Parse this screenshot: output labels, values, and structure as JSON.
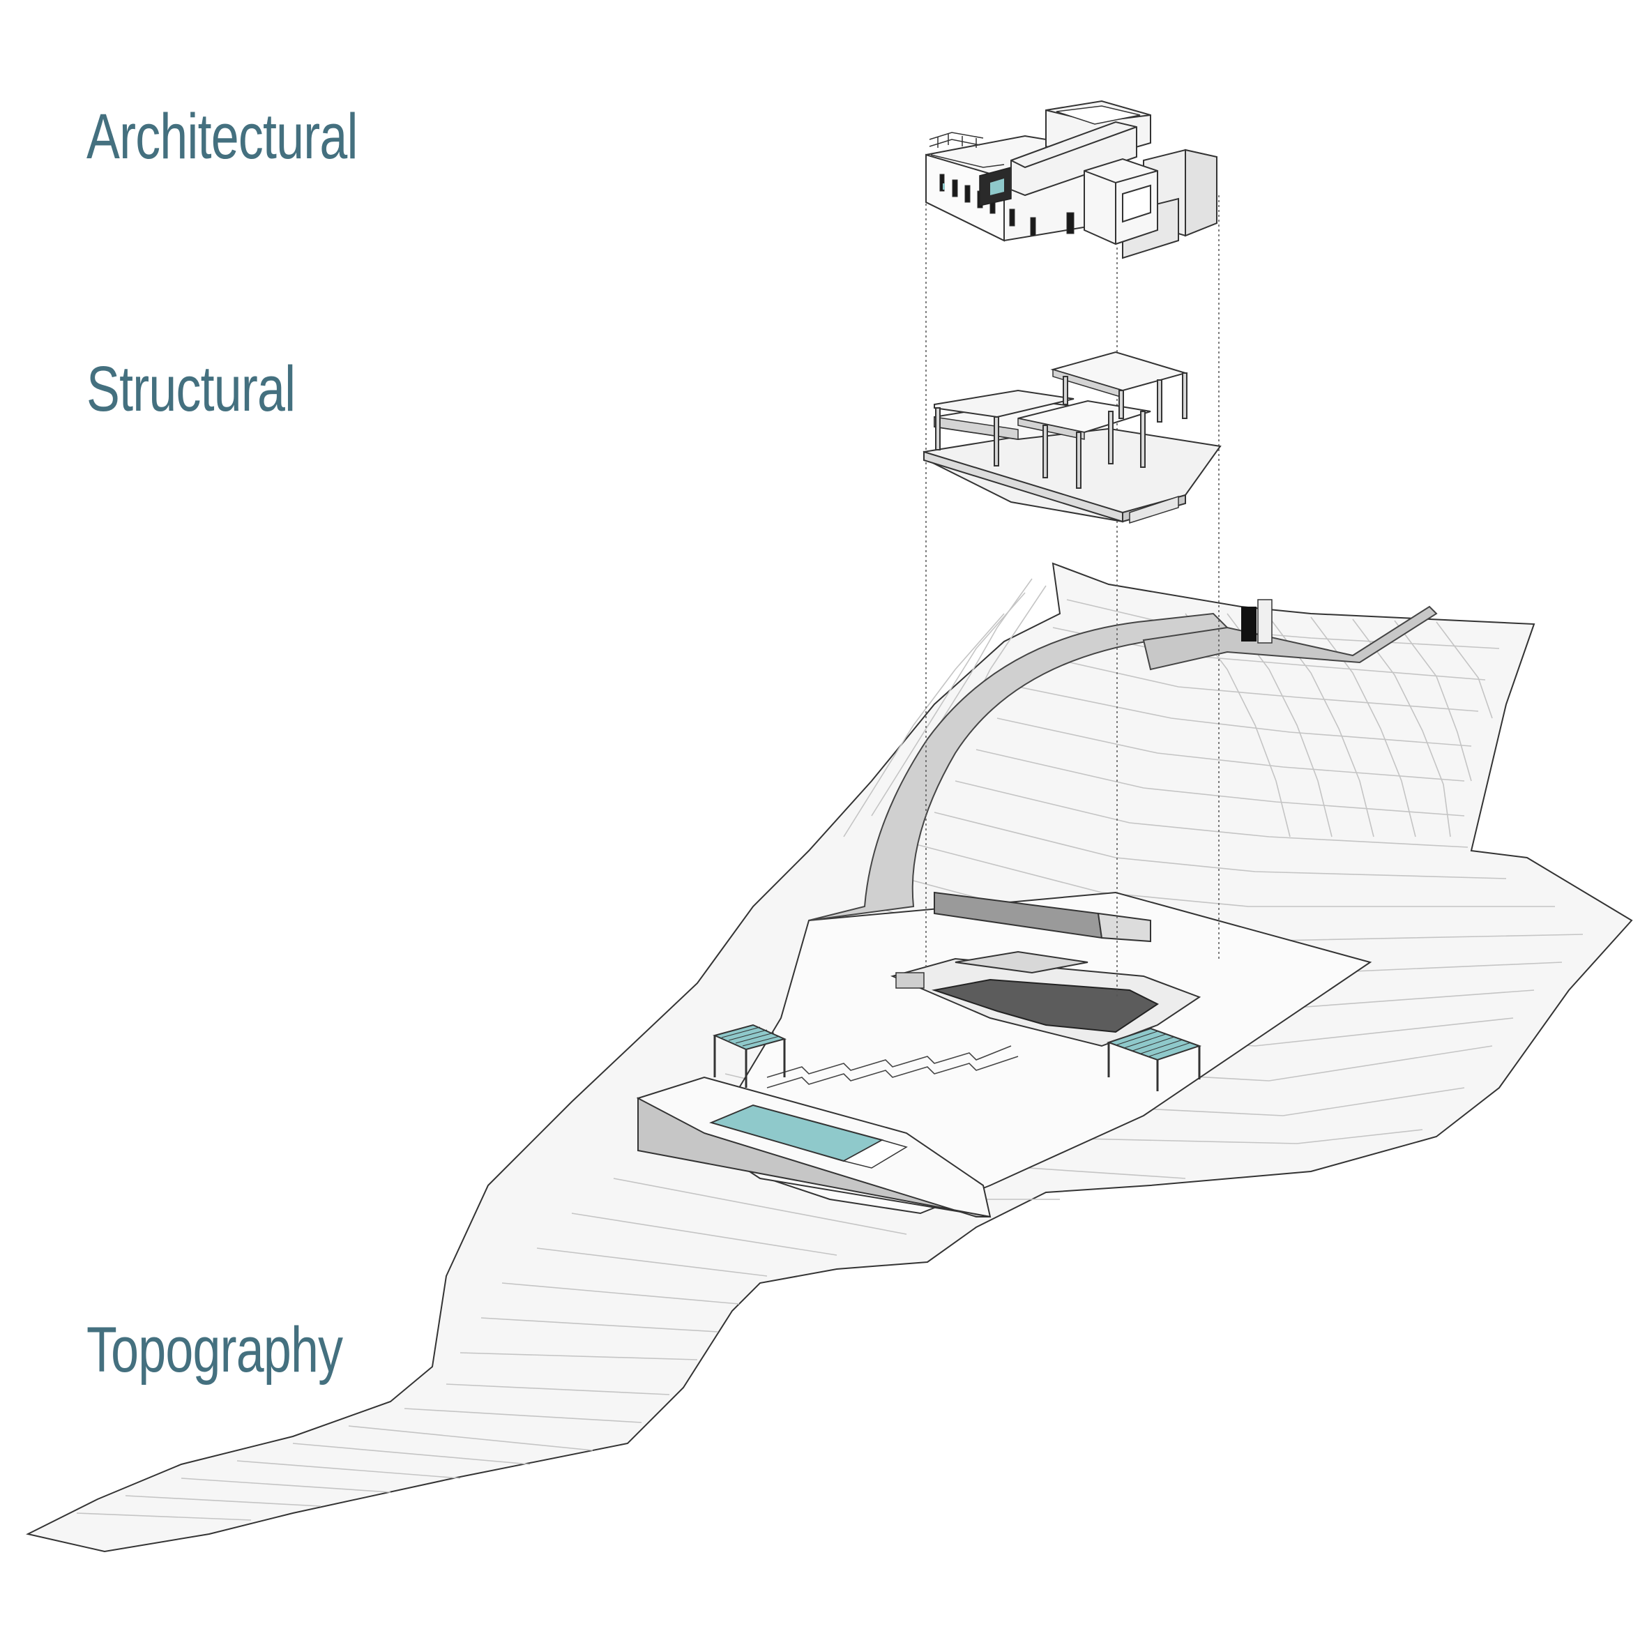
{
  "layers": {
    "architectural": "Architectural",
    "structural": "Structural",
    "topography": "Topography"
  },
  "colors": {
    "label": "#44707f",
    "pool_water": "#8fc9cb",
    "pergola_glass": "#8fc9cb",
    "line": "#333333",
    "terrain_fill": "#f4f4f4",
    "contour": "#b8b8b8",
    "shade": "#bdbdbd",
    "dark_shade": "#5a5a5a"
  }
}
